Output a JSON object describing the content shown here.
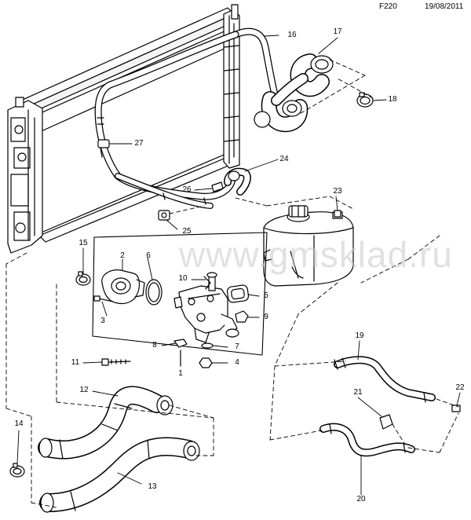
{
  "header": {
    "code": "F220",
    "date": "19/08/2011"
  },
  "watermark": "www.gmsklad.ru",
  "callouts": [
    "1",
    "2",
    "3",
    "4",
    "5",
    "6",
    "7",
    "8",
    "9",
    "10",
    "11",
    "12",
    "13",
    "14",
    "15",
    "16",
    "17",
    "18",
    "19",
    "20",
    "21",
    "22",
    "23",
    "24",
    "25",
    "26",
    "27"
  ],
  "colors": {
    "line": "#000000",
    "hose_fill": "#ffffff",
    "watermark": "#c9c9c9"
  }
}
